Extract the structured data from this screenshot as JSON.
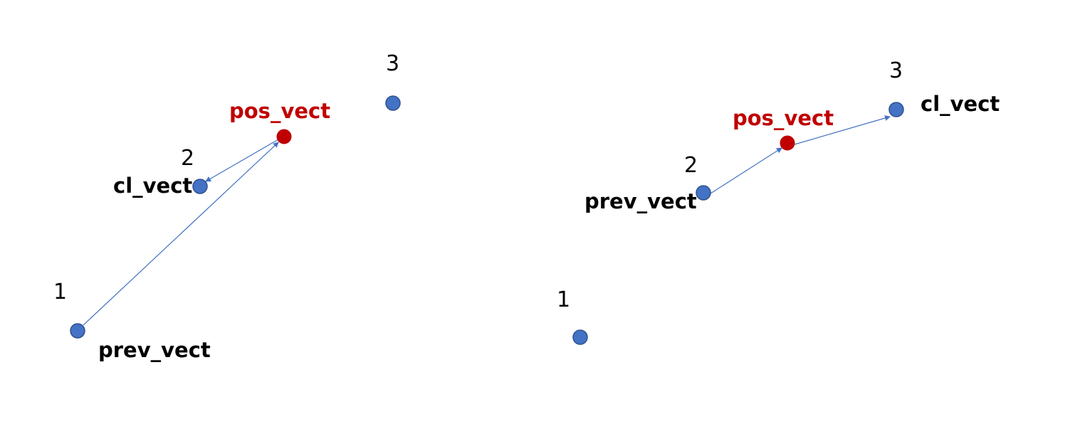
{
  "colors": {
    "point_fill": "#4472c4",
    "point_stroke": "#2f528f",
    "pos_fill": "#c00000",
    "pos_label": "#c00000",
    "arrow": "#4472c4",
    "text": "#000000"
  },
  "left_panel": {
    "labels": {
      "num_1": "1",
      "num_2": "2",
      "num_3": "3",
      "prev": "prev_vect",
      "cl": "cl_vect",
      "pos": "pos_vect"
    }
  },
  "right_panel": {
    "labels": {
      "num_1": "1",
      "num_2": "2",
      "num_3": "3",
      "prev": "prev_vect",
      "cl": "cl_vect",
      "pos": "pos_vect"
    }
  }
}
